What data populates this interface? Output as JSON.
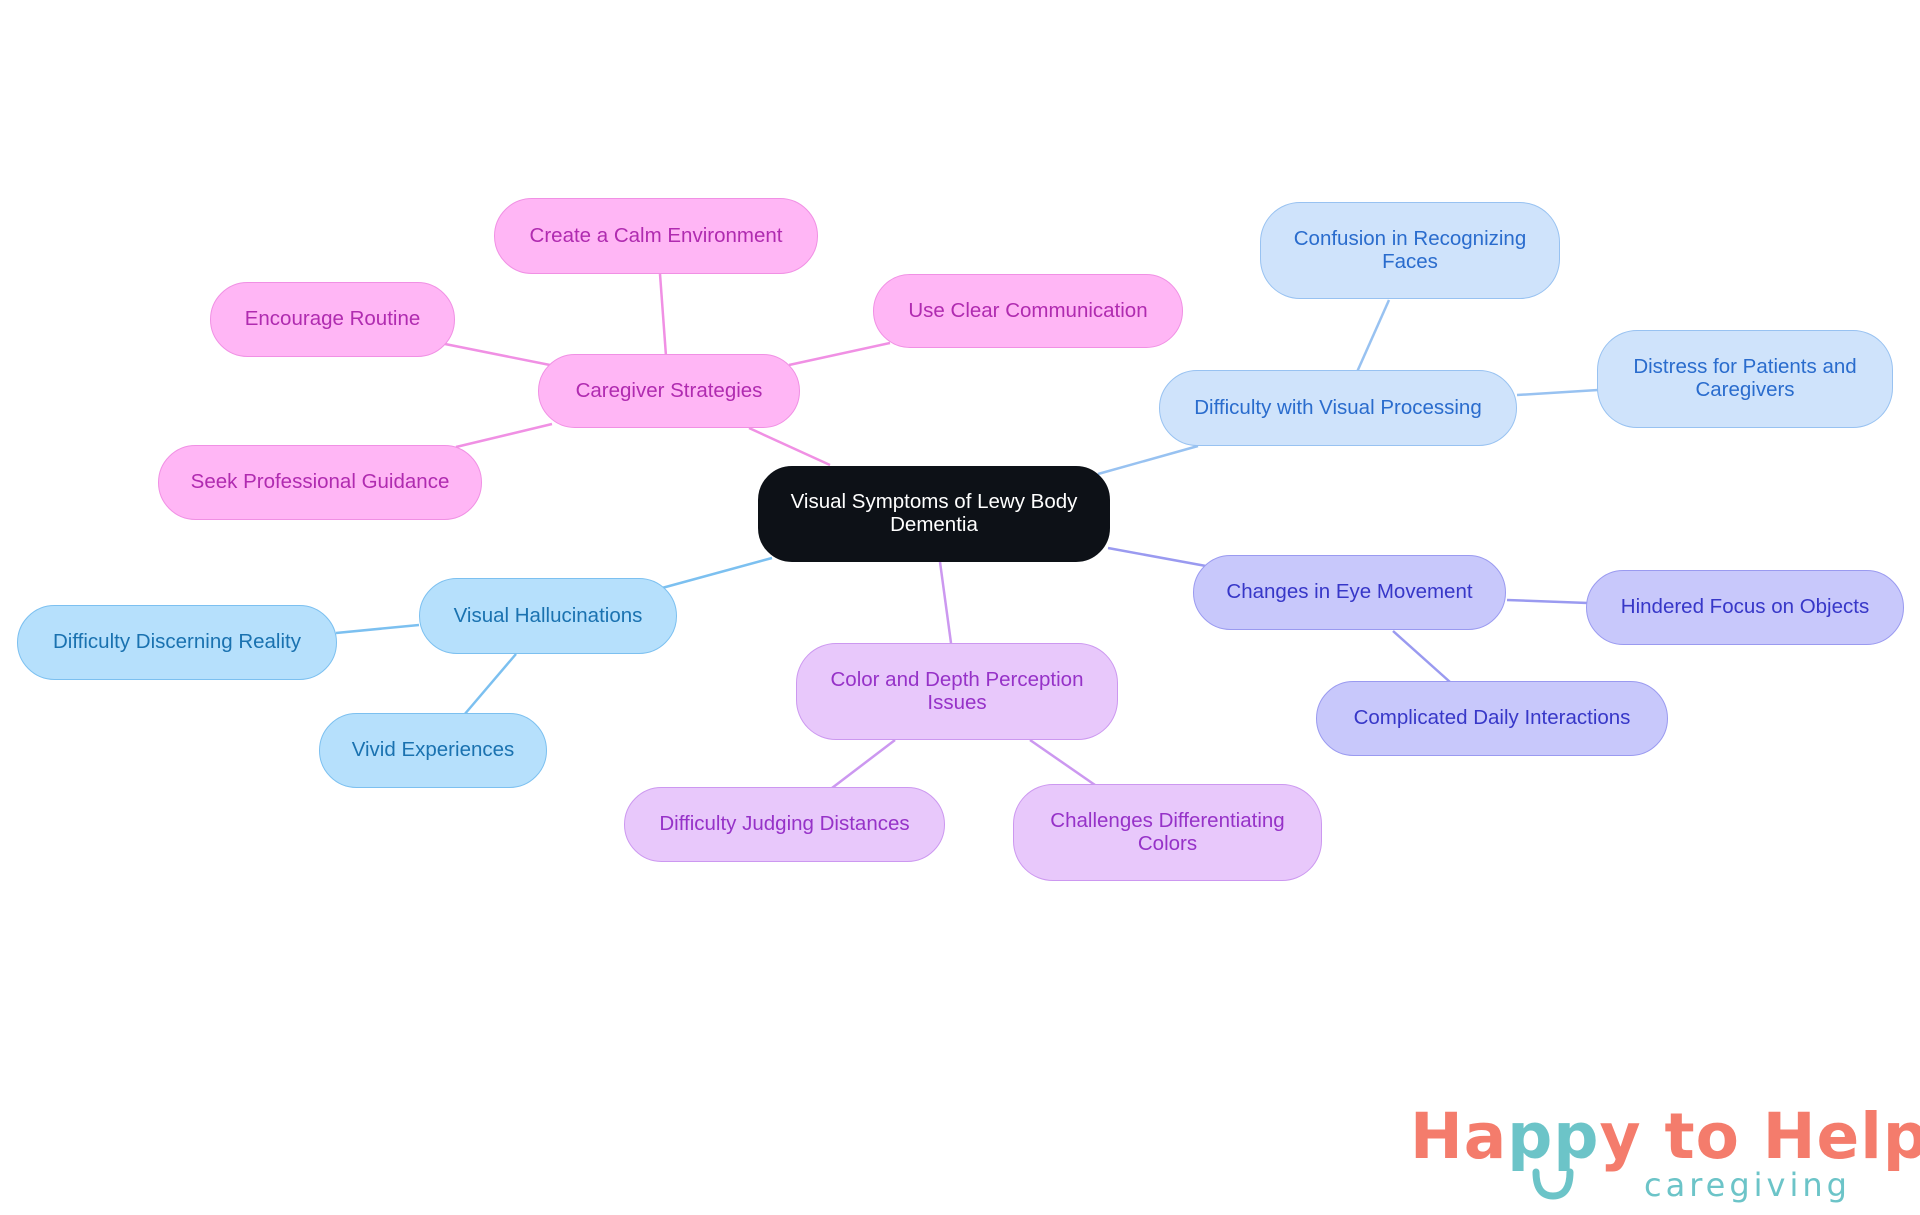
{
  "root": {
    "label": "Visual Symptoms of Lewy Body Dementia"
  },
  "branches": [
    {
      "key": "caregiver",
      "label": "Caregiver Strategies",
      "color": "#f090e4",
      "children": [
        "Create a Calm Environment",
        "Encourage Routine",
        "Use Clear Communication",
        "Seek Professional Guidance"
      ]
    },
    {
      "key": "visual-processing",
      "label": "Difficulty with Visual Processing",
      "color": "#98c2f1",
      "children": [
        "Confusion in Recognizing Faces",
        "Distress for Patients and Caregivers"
      ]
    },
    {
      "key": "eye-movement",
      "label": "Changes in Eye Movement",
      "color": "#9a9af0",
      "children": [
        "Hindered Focus on Objects",
        "Complicated Daily Interactions"
      ]
    },
    {
      "key": "color-depth",
      "label": "Color and Depth Perception Issues",
      "color": "#cc98f0",
      "children": [
        "Difficulty Judging Distances",
        "Challenges Differentiating Colors"
      ]
    },
    {
      "key": "hallucinations",
      "label": "Visual Hallucinations",
      "color": "#7cc0f0",
      "children": [
        "Difficulty Discerning Reality",
        "Vivid Experiences"
      ]
    }
  ],
  "logo": {
    "text_part1": "Ha",
    "text_part2": "pp",
    "text_part3": "y to Help",
    "tagline": "caregiving",
    "colors": {
      "primary": "#f47c6c",
      "secondary": "#6cc4c8"
    }
  }
}
